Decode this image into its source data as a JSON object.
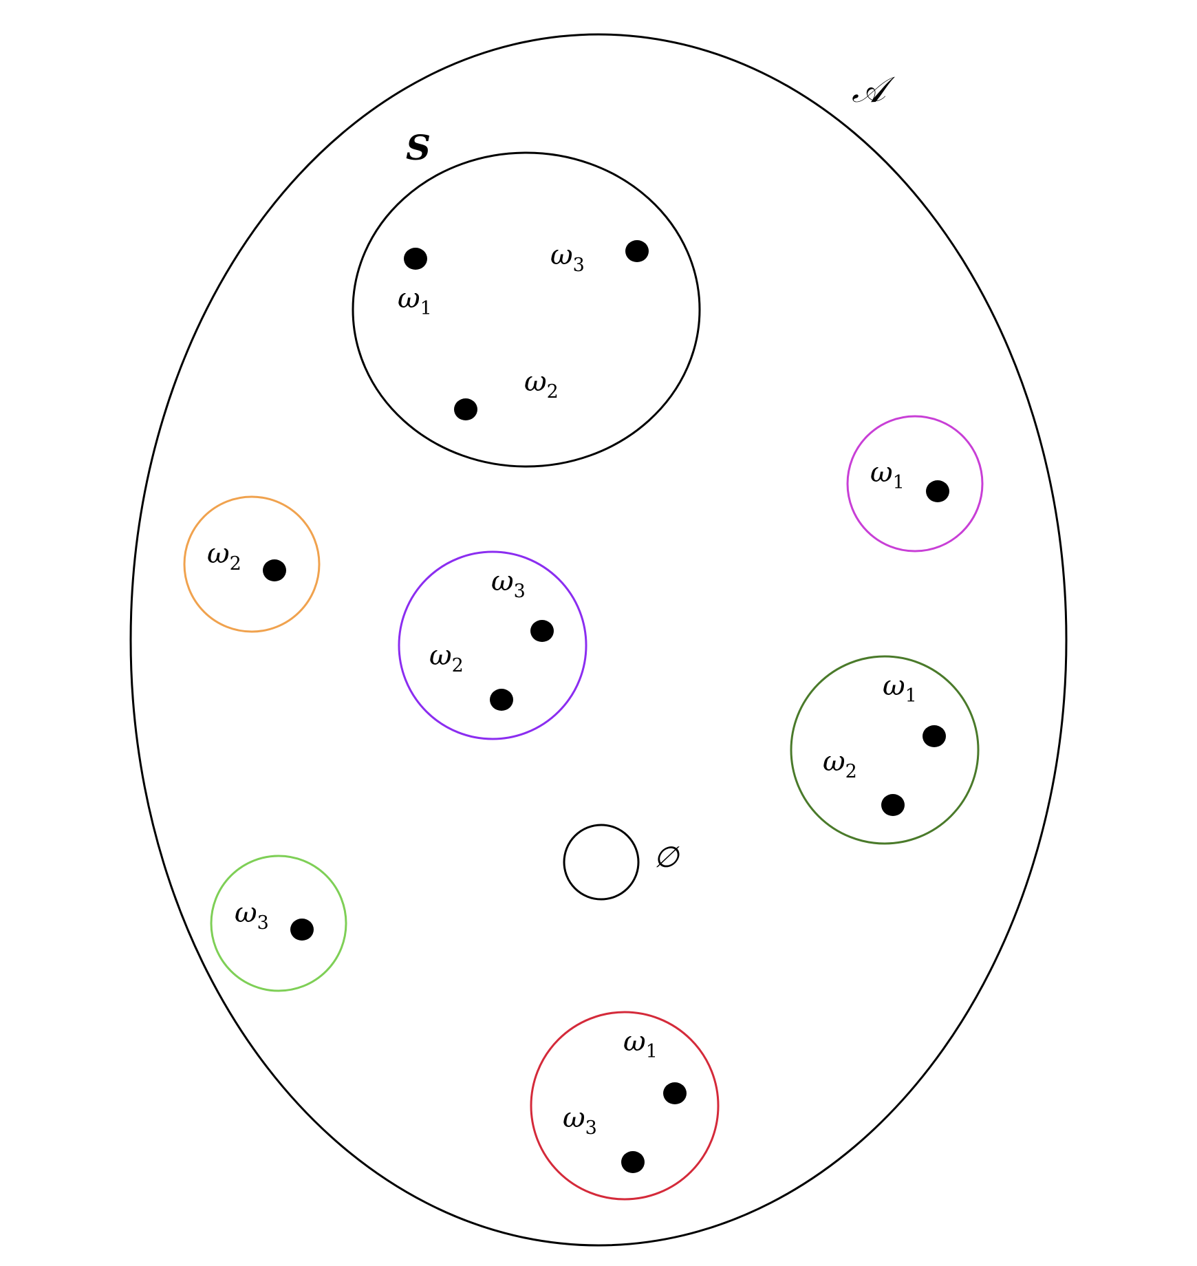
{
  "universe": {
    "label": "𝒜"
  },
  "sample_space": {
    "label": "S",
    "points": [
      {
        "name": "point-omega1",
        "label": "ω",
        "sub": "1"
      },
      {
        "name": "point-omega3",
        "label": "ω",
        "sub": "3"
      },
      {
        "name": "point-omega2",
        "label": "ω",
        "sub": "2"
      }
    ]
  },
  "subsets": [
    {
      "name": "subset-omega1",
      "color": "#c83fd6",
      "points": [
        {
          "label": "ω",
          "sub": "1"
        }
      ]
    },
    {
      "name": "subset-omega2",
      "color": "#f0a24e",
      "points": [
        {
          "label": "ω",
          "sub": "2"
        }
      ]
    },
    {
      "name": "subset-omega2-omega3",
      "color": "#8b2df0",
      "points": [
        {
          "label": "ω",
          "sub": "3"
        },
        {
          "label": "ω",
          "sub": "2"
        }
      ]
    },
    {
      "name": "subset-omega1-omega2",
      "color": "#4a7a2a",
      "points": [
        {
          "label": "ω",
          "sub": "1"
        },
        {
          "label": "ω",
          "sub": "2"
        }
      ]
    },
    {
      "name": "subset-omega3",
      "color": "#7ecf56",
      "points": [
        {
          "label": "ω",
          "sub": "3"
        }
      ]
    },
    {
      "name": "subset-omega1-omega3",
      "color": "#d42a3a",
      "points": [
        {
          "label": "ω",
          "sub": "1"
        },
        {
          "label": "ω",
          "sub": "3"
        }
      ]
    }
  ],
  "empty_set": {
    "label": "∅",
    "color": "#000000"
  }
}
